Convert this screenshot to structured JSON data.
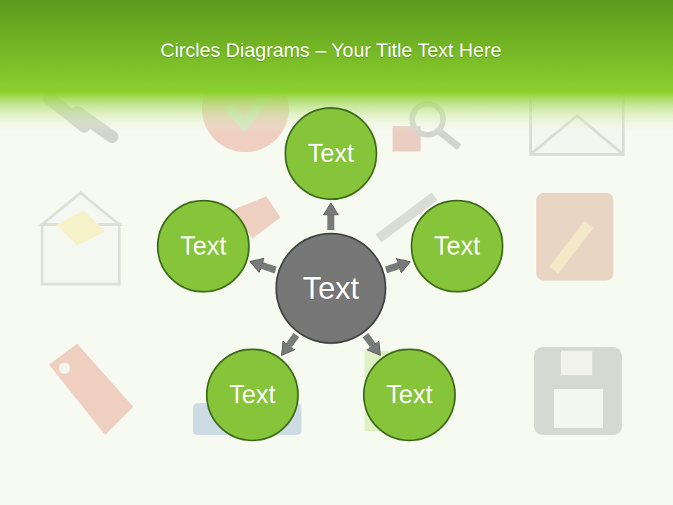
{
  "diagram": {
    "title": "Circles Diagrams – Your Title Text Here",
    "nodes": [
      {
        "text": [
          "Text"
        ]
      },
      {
        "text": [
          "Text"
        ]
      },
      {
        "text": [
          "Text"
        ]
      },
      {
        "text": [
          "Text"
        ]
      },
      {
        "text": [
          "Text"
        ]
      },
      {
        "text": [
          "Text"
        ]
      }
    ],
    "edges": [
      {
        "from": 3,
        "to": 0,
        "arrow": "to"
      },
      {
        "from": 3,
        "to": 1,
        "arrow": "to"
      },
      {
        "from": 3,
        "to": 2,
        "arrow": "to"
      },
      {
        "from": 3,
        "to": 4,
        "arrow": "to"
      },
      {
        "from": 3,
        "to": 5,
        "arrow": "to"
      }
    ]
  }
}
